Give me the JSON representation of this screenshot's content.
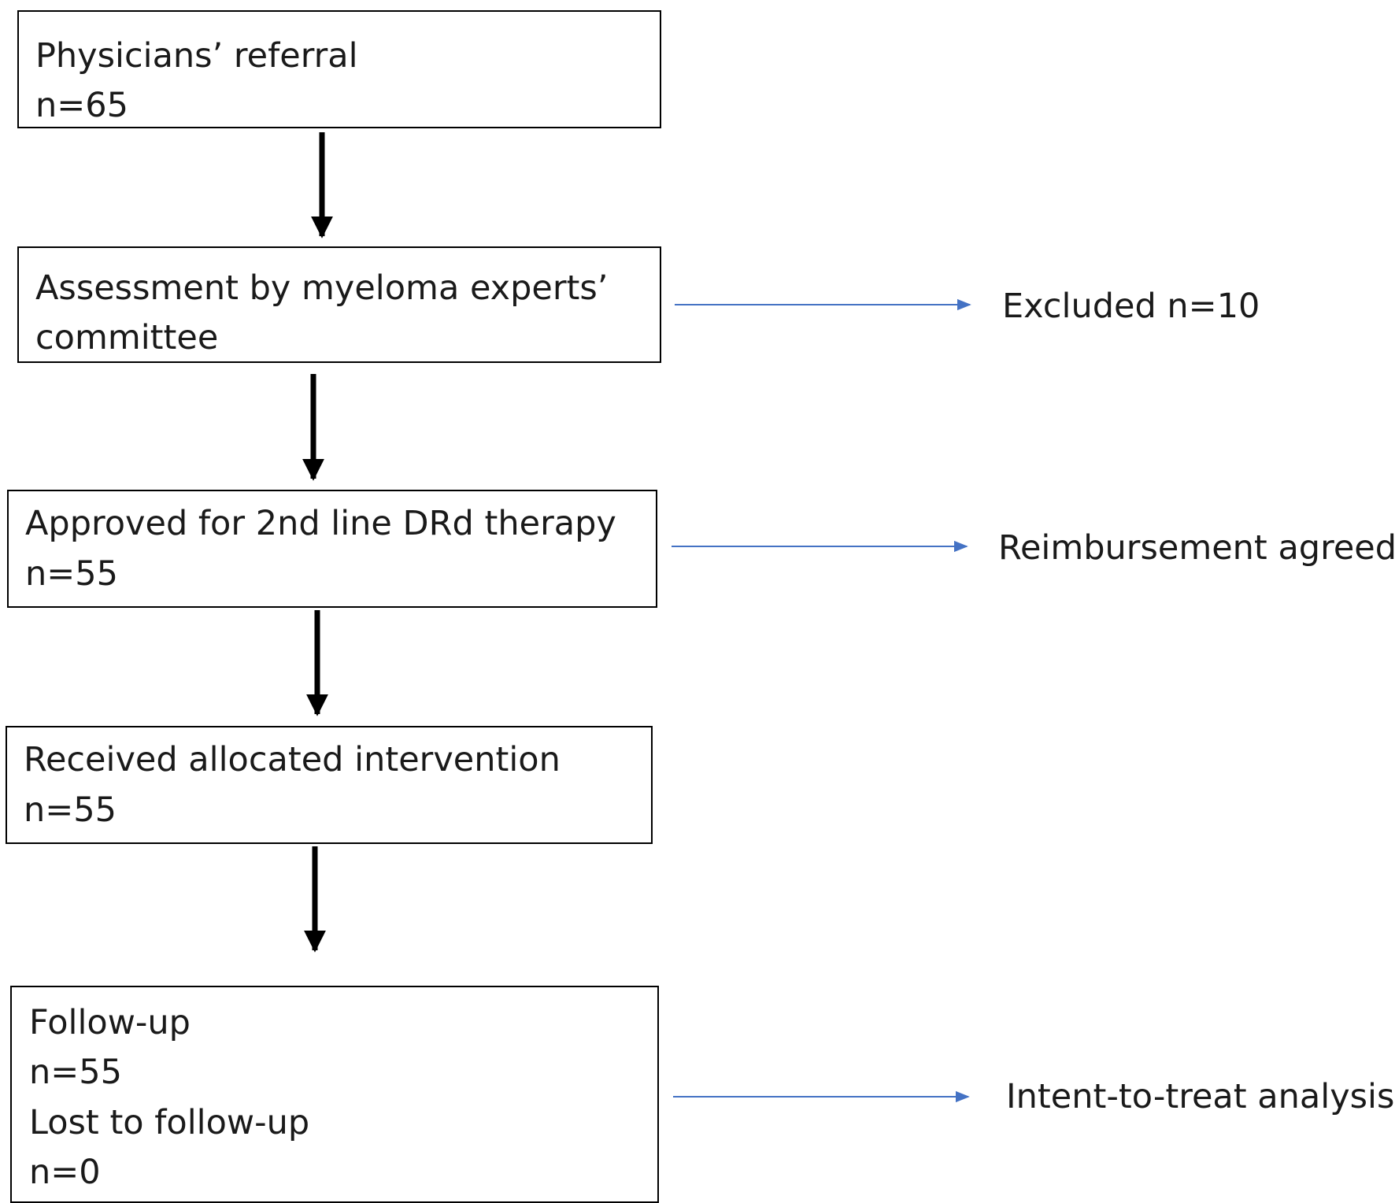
{
  "boxes": [
    {
      "lines": [
        "Physicians’ referral",
        "n=65"
      ]
    },
    {
      "lines": [
        "Assessment by myeloma experts’",
        "committee"
      ]
    },
    {
      "lines": [
        "Approved for 2nd line DRd therapy",
        " n=55"
      ]
    },
    {
      "lines": [
        "Received allocated intervention",
        "n=55"
      ]
    },
    {
      "lines": [
        "Follow-up",
        "n=55",
        "Lost to follow-up",
        "n=0"
      ]
    }
  ],
  "side_labels": {
    "excluded": "Excluded n=10",
    "reimbursement": "Reimbursement agreed",
    "itt": "Intent-to-treat analysis"
  },
  "colors": {
    "main_arrow": "#000000",
    "side_arrow": "#4472C4",
    "box_border": "#000000",
    "text": "#1a1a1a"
  }
}
